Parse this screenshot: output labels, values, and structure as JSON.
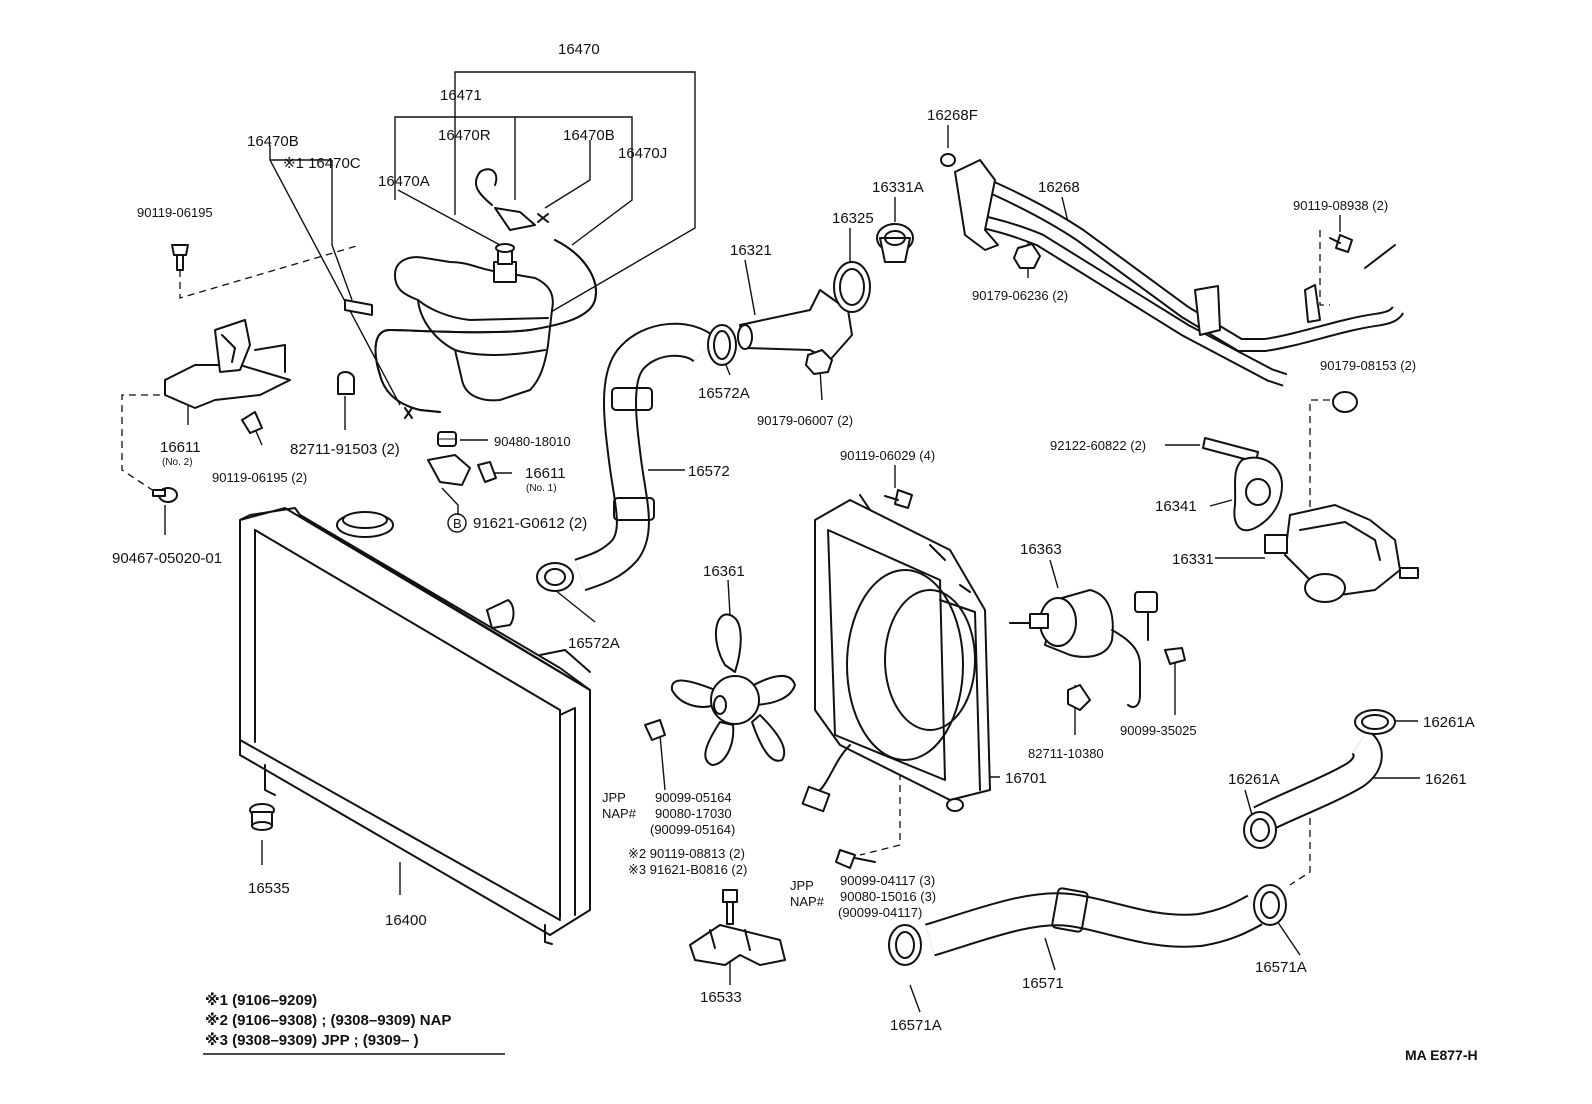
{
  "labels": {
    "p16470": "16470",
    "p16471": "16471",
    "p16470R": "16470R",
    "p16470B_a": "16470B",
    "p16470B_b": "16470B",
    "p16470J": "16470J",
    "p16470C": "※1 16470C",
    "p16470A": "16470A",
    "p90119_06195_a": "90119-06195",
    "p16611_2": "16611",
    "p16611_2_note": "(No. 2)",
    "p90119_06195_b": "90119-06195 (2)",
    "p82711_91503": "82711-91503 (2)",
    "p90480_18010": "90480-18010",
    "p16611_1": "16611",
    "p16611_1_note": "(No. 1)",
    "p91621_G0612": "91621-G0612 (2)",
    "p91621_badge": "B",
    "p90467": "90467-05020-01",
    "p16535": "16535",
    "p16400": "16400",
    "p16268F": "16268F",
    "p16331A": "16331A",
    "p16325": "16325",
    "p16321": "16321",
    "p16268": "16268",
    "p90119_08938": "90119-08938 (2)",
    "p90179_06236": "90179-06236 (2)",
    "p16572A_a": "16572A",
    "p90179_06007": "90179-06007 (2)",
    "p90179_08153": "90179-08153 (2)",
    "p92122": "92122-60822 (2)",
    "p16572": "16572",
    "p90119_06029": "90119-06029 (4)",
    "p16341": "16341",
    "p16331": "16331",
    "p16363": "16363",
    "p16361": "16361",
    "p16572A_b": "16572A",
    "p82711_10380": "82711-10380",
    "p90099_35025": "90099-35025",
    "p16261A_a": "16261A",
    "p16261A_b": "16261A",
    "p16261": "16261",
    "p16701": "16701",
    "jpp_a": "JPP",
    "nap_a": "NAP#",
    "p90099_05164": "90099-05164",
    "p90080_17030": "90080-17030",
    "p90099_05164_p": "(90099-05164)",
    "p90119_08813": "※2 90119-08813 (2)",
    "p91621_B0816": "※3 91621-B0816 (2)",
    "jpp_b": "JPP",
    "nap_b": "NAP#",
    "p90099_04117": "90099-04117 (3)",
    "p90080_15016": "90080-15016 (3)",
    "p90099_04117_p": "(90099-04117)",
    "p16571": "16571",
    "p16571A_a": "16571A",
    "p16571A_b": "16571A",
    "p16533": "16533"
  },
  "legend": [
    "※1 (9106–9209)",
    "※2 (9106–9308) ; (9308–9309) NAP",
    "※3 (9308–9309) JPP ; (9309–          )"
  ],
  "diagram_code": "MA  E877-H"
}
